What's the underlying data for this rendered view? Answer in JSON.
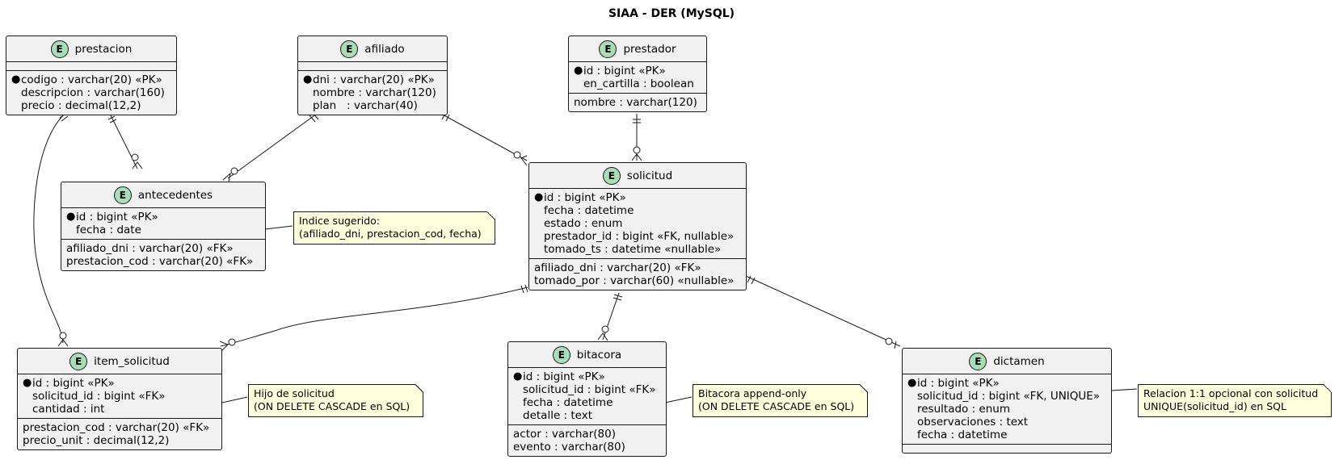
{
  "title": "SIAA - DER (MySQL)",
  "entities": {
    "prestacion": {
      "name": "prestacion",
      "badge": "E",
      "pk": [
        "codigo : varchar(20) «PK»",
        "descripcion : varchar(160)",
        "precio : decimal(12,2)"
      ],
      "rest": []
    },
    "afiliado": {
      "name": "afiliado",
      "badge": "E",
      "pk": [
        "dni : varchar(20) «PK»",
        "nombre : varchar(120)",
        "plan   : varchar(40)"
      ],
      "rest": []
    },
    "prestador": {
      "name": "prestador",
      "badge": "E",
      "pk": [
        "id : bigint «PK»",
        "en_cartilla : boolean"
      ],
      "rest": [
        "nombre : varchar(120)"
      ]
    },
    "antecedentes": {
      "name": "antecedentes",
      "badge": "E",
      "pk": [
        "id : bigint «PK»",
        "fecha : date"
      ],
      "rest": [
        "afiliado_dni : varchar(20) «FK»",
        "prestacion_cod : varchar(20) «FK»"
      ]
    },
    "solicitud": {
      "name": "solicitud",
      "badge": "E",
      "pk": [
        "id : bigint «PK»",
        "fecha : datetime",
        "estado : enum",
        "prestador_id : bigint «FK, nullable»",
        "tomado_ts : datetime «nullable»"
      ],
      "rest": [
        "afiliado_dni : varchar(20) «FK»",
        "tomado_por : varchar(60) «nullable»"
      ]
    },
    "item_solicitud": {
      "name": "item_solicitud",
      "badge": "E",
      "pk": [
        "id : bigint «PK»",
        "solicitud_id : bigint «FK»",
        "cantidad : int"
      ],
      "rest": [
        "prestacion_cod : varchar(20) «FK»",
        "precio_unit : decimal(12,2)"
      ]
    },
    "bitacora": {
      "name": "bitacora",
      "badge": "E",
      "pk": [
        "id : bigint «PK»",
        "solicitud_id : bigint «FK»",
        "fecha : datetime",
        "detalle : text"
      ],
      "rest": [
        "actor : varchar(80)",
        "evento : varchar(80)"
      ]
    },
    "dictamen": {
      "name": "dictamen",
      "badge": "E",
      "pk": [
        "id : bigint «PK»",
        "solicitud_id : bigint «FK, UNIQUE»",
        "resultado : enum",
        "observaciones : text",
        "fecha : datetime"
      ],
      "rest": []
    }
  },
  "notes": {
    "antecedentes": "Indice sugerido:\n(afiliado_dni, prestacion_cod, fecha)",
    "item_solicitud": "Hijo de solicitud\n(ON DELETE CASCADE en SQL)",
    "bitacora": "Bitacora append-only\n(ON DELETE CASCADE en SQL)",
    "dictamen": "Relacion 1:1 opcional con solicitud\nUNIQUE(solicitud_id) en SQL"
  },
  "relations": [
    {
      "from": "prestacion",
      "to": "antecedentes",
      "from_card": "exactly-one",
      "to_card": "zero-or-many"
    },
    {
      "from": "prestacion",
      "to": "item_solicitud",
      "from_card": "exactly-one",
      "to_card": "zero-or-many"
    },
    {
      "from": "afiliado",
      "to": "antecedentes",
      "from_card": "exactly-one",
      "to_card": "zero-or-many"
    },
    {
      "from": "afiliado",
      "to": "solicitud",
      "from_card": "exactly-one",
      "to_card": "zero-or-many"
    },
    {
      "from": "prestador",
      "to": "solicitud",
      "from_card": "exactly-one",
      "to_card": "zero-or-many"
    },
    {
      "from": "solicitud",
      "to": "item_solicitud",
      "from_card": "exactly-one",
      "to_card": "zero-or-many"
    },
    {
      "from": "solicitud",
      "to": "bitacora",
      "from_card": "exactly-one",
      "to_card": "zero-or-many"
    },
    {
      "from": "solicitud",
      "to": "dictamen",
      "from_card": "exactly-one",
      "to_card": "zero-or-one"
    }
  ]
}
